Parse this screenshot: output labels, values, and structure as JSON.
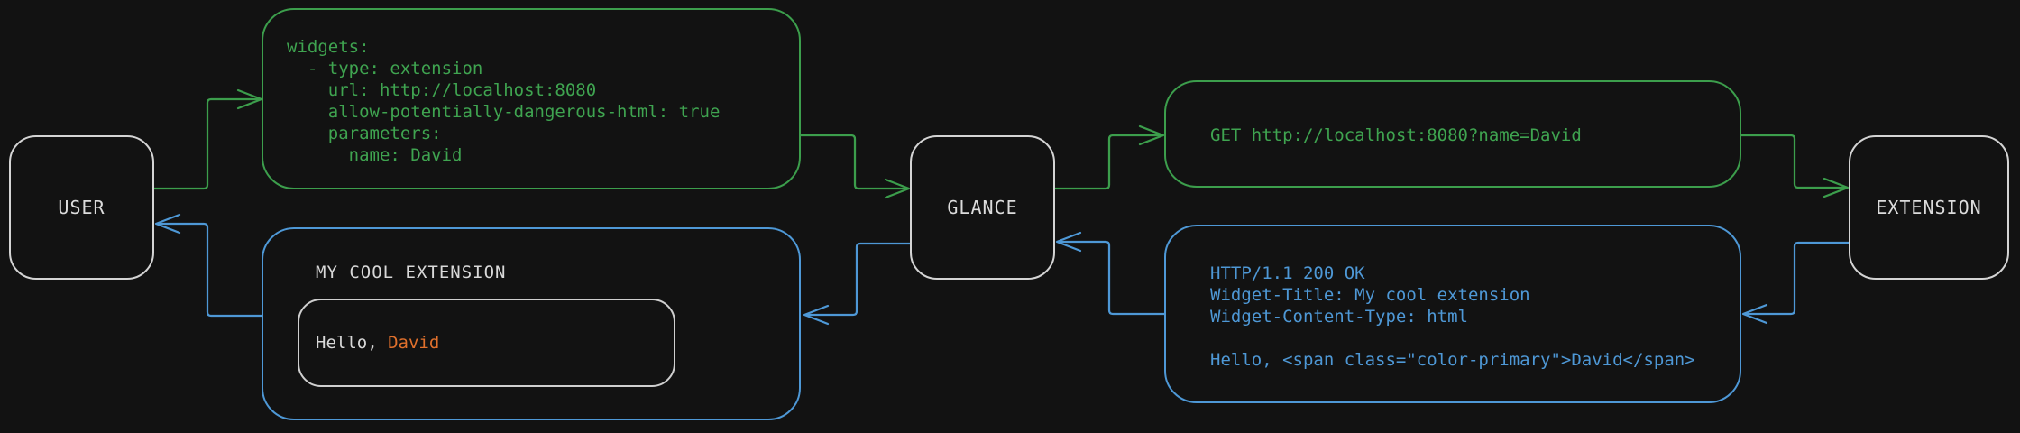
{
  "diagram": {
    "nodes": {
      "user": {
        "label": "USER"
      },
      "glance": {
        "label": "GLANCE"
      },
      "extension": {
        "label": "EXTENSION"
      }
    },
    "messages": {
      "config": {
        "yaml": "widgets:\n  - type: extension\n    url: http://localhost:8080\n    allow-potentially-dangerous-html: true\n    parameters:\n      name: David"
      },
      "request": {
        "text": "GET http://localhost:8080?name=David"
      },
      "response": {
        "text": "HTTP/1.1 200 OK\nWidget-Title: My cool extension\nWidget-Content-Type: html\n\nHello, <span class=\"color-primary\">David</span>"
      },
      "widget": {
        "title": "MY COOL EXTENSION",
        "greeting_prefix": "Hello, ",
        "greeting_name": "David"
      }
    },
    "colors": {
      "request_green": "#3c9e4c",
      "response_blue": "#4e98d6",
      "accent_orange": "#e0702c",
      "node_border": "#d4d4d4",
      "text_light": "#d9d9d9",
      "background": "#121212"
    }
  }
}
